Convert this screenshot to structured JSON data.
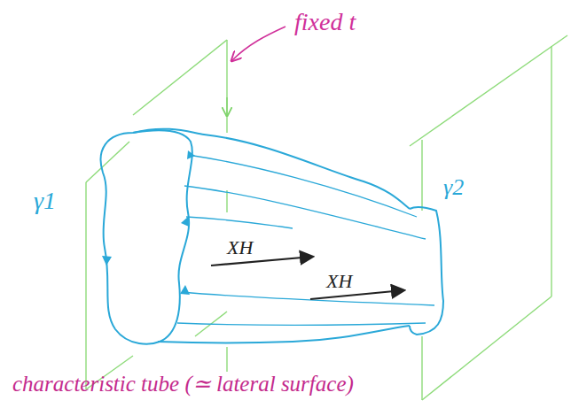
{
  "diagram": {
    "labels": [
      "fixed t",
      "γ1",
      "γ2",
      "XH",
      "XH",
      "characteristic tube (≃ lateral surface)"
    ]
  }
}
